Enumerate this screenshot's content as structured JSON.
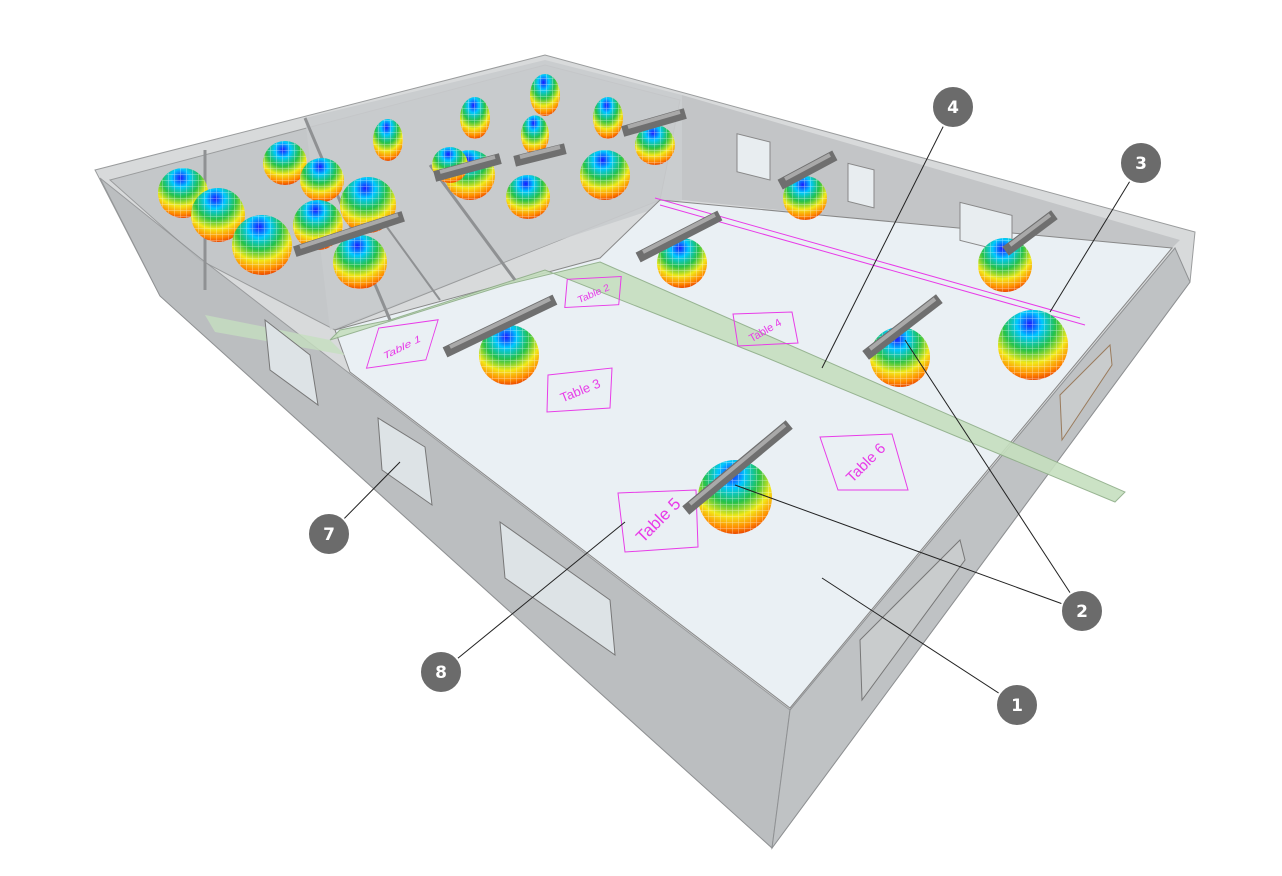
{
  "colors": {
    "floor": "#eaf0f4",
    "wall": "#b9bcbe",
    "wall_top": "#d6d8d9",
    "path": "#c6dfbf",
    "table_outline": "#e83ce8",
    "callout": "#6b6b6b",
    "fixture": "#8a8a8a"
  },
  "tables": [
    {
      "label": "Table 1"
    },
    {
      "label": "Table 2"
    },
    {
      "label": "Table 3"
    },
    {
      "label": "Table 4"
    },
    {
      "label": "Table 5"
    },
    {
      "label": "Table 6"
    }
  ],
  "callouts": [
    {
      "number": "1"
    },
    {
      "number": "2"
    },
    {
      "number": "3"
    },
    {
      "number": "4"
    },
    {
      "number": "7"
    },
    {
      "number": "8"
    }
  ]
}
